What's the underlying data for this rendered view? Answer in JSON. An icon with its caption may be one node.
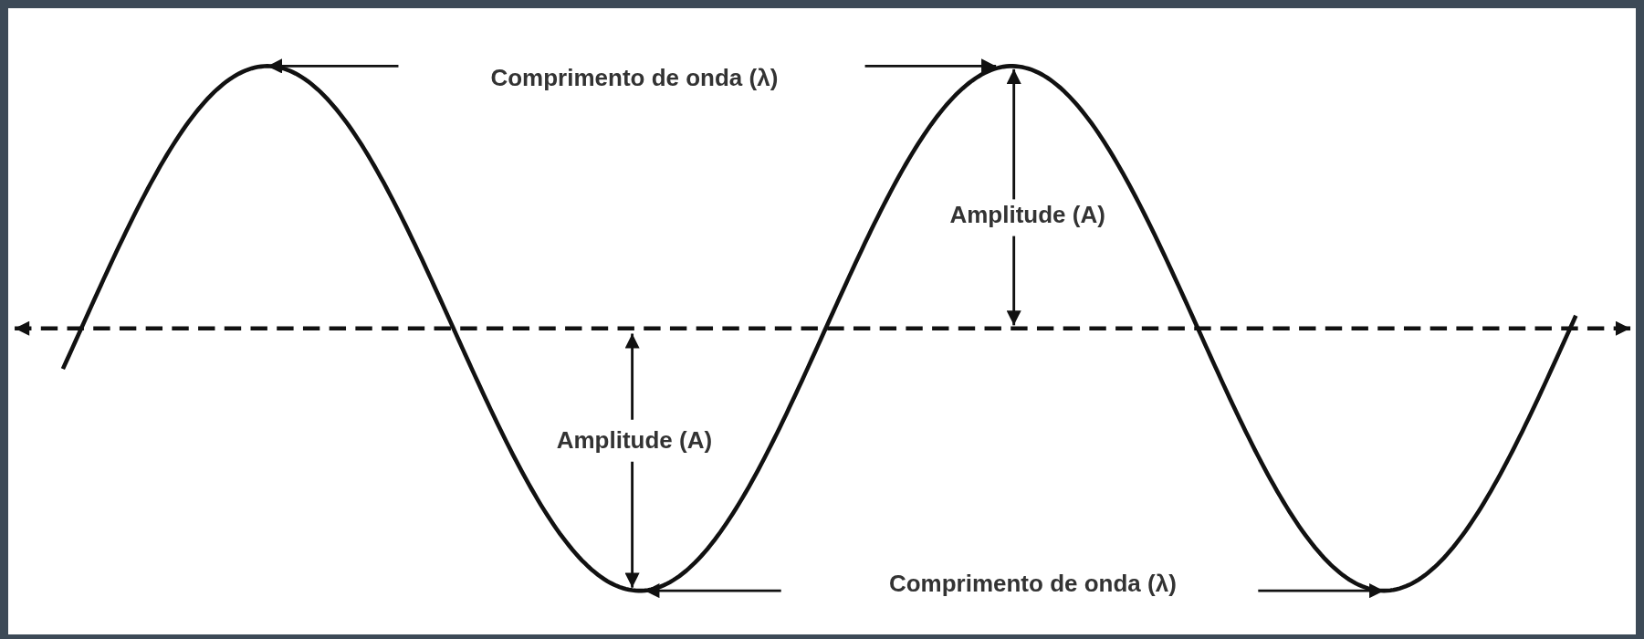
{
  "diagram": {
    "labels": [
      "Comprimento de onda (λ)",
      "Amplitude (A)",
      "Amplitude (A)",
      "Comprimento de onda (λ)"
    ]
  }
}
